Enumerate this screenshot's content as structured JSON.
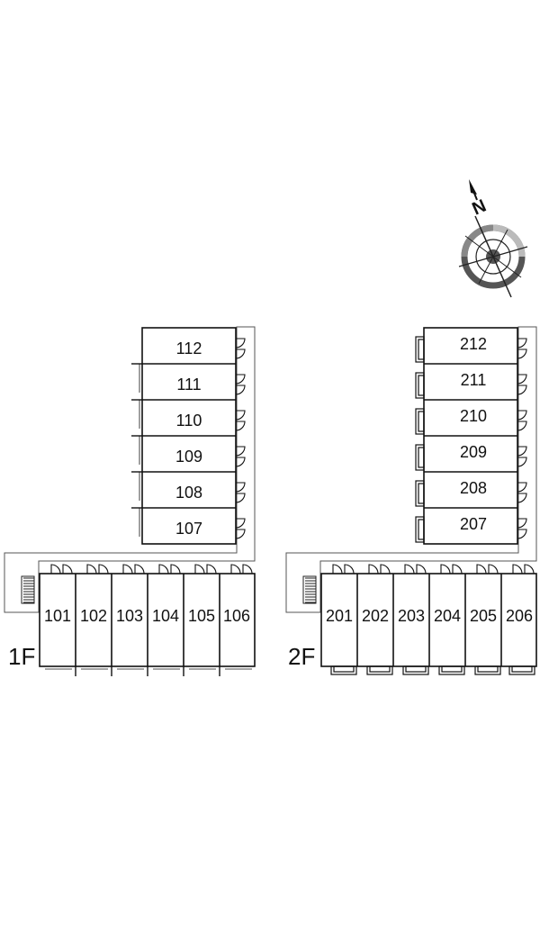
{
  "compass": {
    "north_letter": "N",
    "icon": "north-compass-icon"
  },
  "floors": [
    {
      "id": "1F",
      "label": "1F",
      "bottom_rooms": [
        "101",
        "102",
        "103",
        "104",
        "105",
        "106"
      ],
      "side_rooms": [
        "112",
        "111",
        "110",
        "109",
        "108",
        "107"
      ]
    },
    {
      "id": "2F",
      "label": "2F",
      "bottom_rooms": [
        "201",
        "202",
        "203",
        "204",
        "205",
        "206"
      ],
      "side_rooms": [
        "212",
        "211",
        "210",
        "209",
        "208",
        "207"
      ]
    }
  ],
  "colors": {
    "line": "#222222",
    "corridor_fill": "#ffffff",
    "compass_dark": "#555555",
    "compass_light": "#bbbbbb"
  }
}
